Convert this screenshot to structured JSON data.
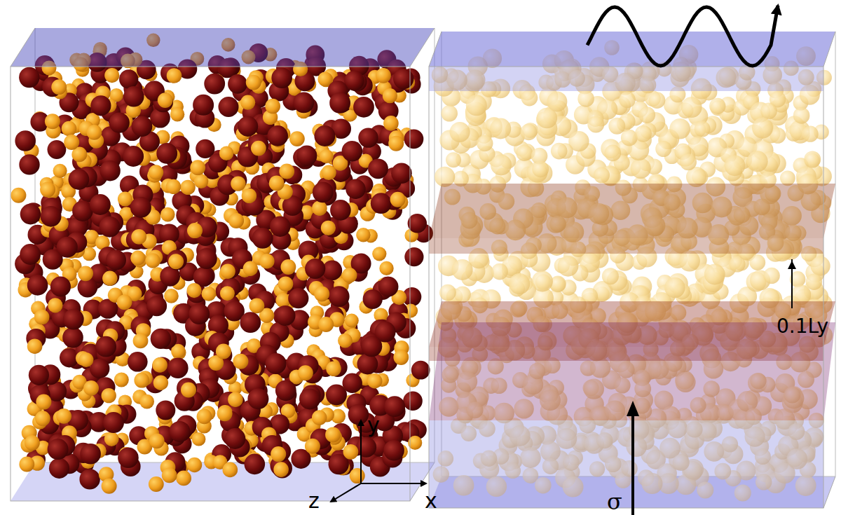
{
  "diagram": {
    "labels": [
      "y",
      "z",
      "x",
      "0.1Ly",
      "σ"
    ]
  }
}
